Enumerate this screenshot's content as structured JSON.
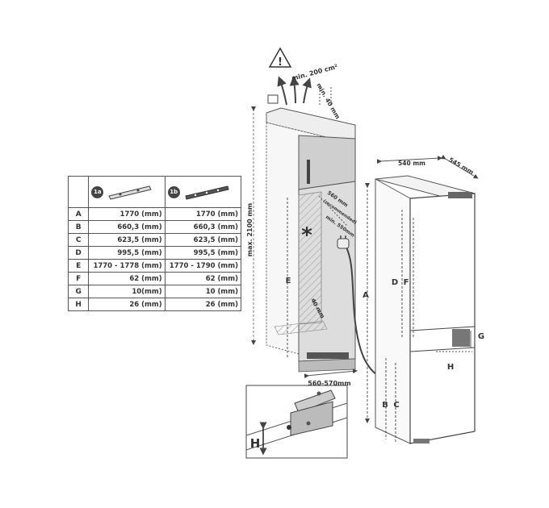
{
  "table": {
    "headers": [
      "1a",
      "1b"
    ],
    "rows": [
      {
        "key": "A",
        "col1": "1770 (mm)",
        "col2": "1770 (mm)"
      },
      {
        "key": "B",
        "col1": "660,3 (mm)",
        "col2": "660,3 (mm)"
      },
      {
        "key": "C",
        "col1": "623,5 (mm)",
        "col2": "623,5 (mm)"
      },
      {
        "key": "D",
        "col1": "995,5 (mm)",
        "col2": "995,5 (mm)"
      },
      {
        "key": "E",
        "col1": "1770 - 1778 (mm)",
        "col2": "1770 - 1790 (mm)"
      },
      {
        "key": "F",
        "col1": "62 (mm)",
        "col2": "62 (mm)"
      },
      {
        "key": "G",
        "col1": "10(mm)",
        "col2": "10 (mm)"
      },
      {
        "key": "H",
        "col1": "26 (mm)",
        "col2": "26 (mm)"
      }
    ]
  },
  "labels": {
    "ventilation": "min. 200 cm²",
    "min40top": "min. 40 mm",
    "max_height": "max. 2100 mm",
    "depth540": "540 mm",
    "width545": "545 mm",
    "rec560": "560 mm",
    "recommended": "(recommended)",
    "min550": "min. 550mm",
    "min40side": "40 mm",
    "width_range": "560-570mm",
    "dim_A": "A",
    "dim_B": "B",
    "dim_C": "C",
    "dim_D": "D",
    "dim_E": "E",
    "dim_F": "F",
    "dim_G": "G",
    "dim_H": "H",
    "detail_H": "H",
    "asterisk": "*",
    "warning": "!"
  }
}
